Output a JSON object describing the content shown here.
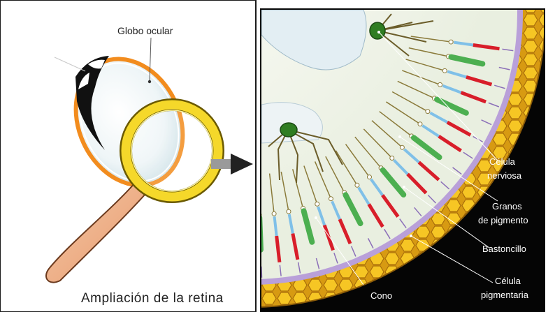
{
  "left_panel": {
    "eyeball_label": "Globo ocular",
    "caption": "Ampliación de la retina"
  },
  "right_panel": {
    "labels": {
      "nerve_cell_line1": "Célula",
      "nerve_cell_line2": "nerviosa",
      "pigment_line1": "Granos",
      "pigment_line2": "de pigmento",
      "rod": "Bastoncillo",
      "pigment_cell_line1": "Célula",
      "pigment_cell_line2": "pigmentaria",
      "cone": "Cono"
    }
  },
  "colors": {
    "frame": "#1a1a1a",
    "lens_ring": "#f2d21a",
    "handle": "#f2b48c",
    "eye_rim": "#f28c1e",
    "pigment_layer": "#f2c21e",
    "rod_red": "#d81e2a",
    "cone_green": "#4caf50",
    "nerve_green": "#3f8a2a",
    "membrane_purple": "#b9a0d9",
    "background_black": "#050505"
  },
  "icons": [
    "magnifier-icon",
    "arrow-right-icon"
  ]
}
